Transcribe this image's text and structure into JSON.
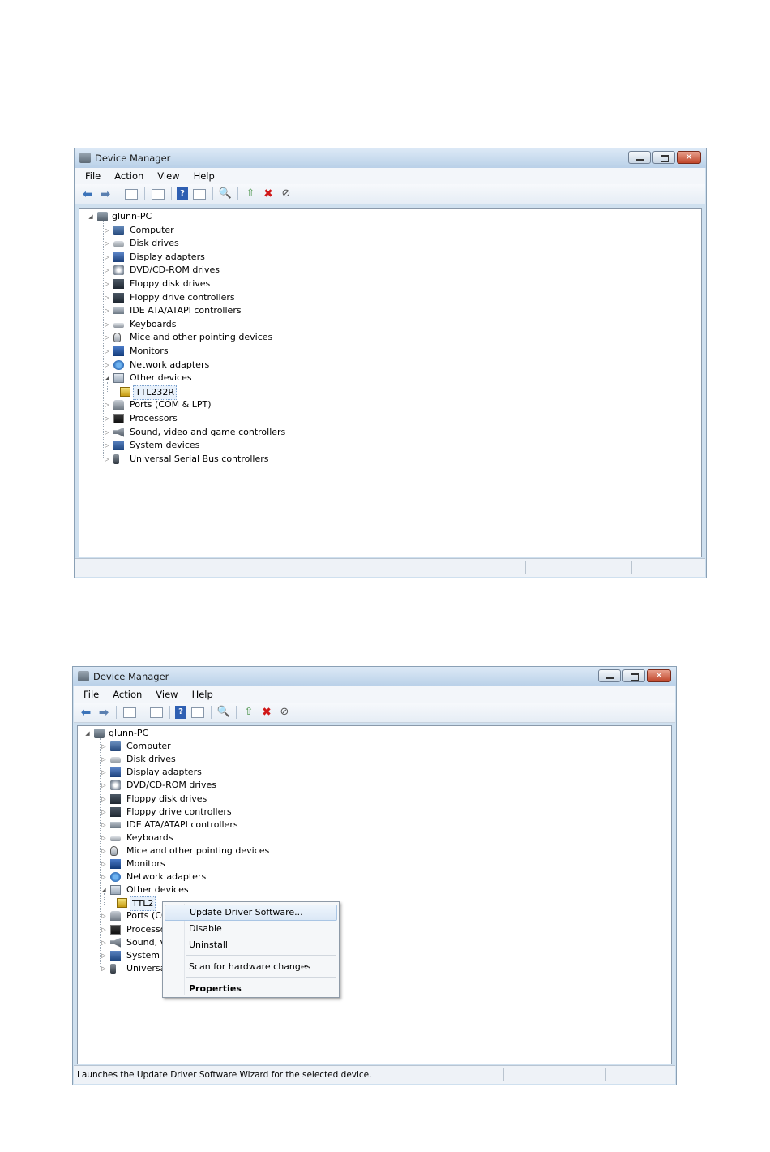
{
  "window": {
    "title": "Device Manager",
    "menu": [
      "File",
      "Action",
      "View",
      "Help"
    ],
    "toolbar_icons": [
      "back-icon",
      "forward-icon",
      "up-one-level-icon",
      "show-hide-console-tree-icon",
      "help-icon",
      "properties-icon",
      "scan-hardware-icon",
      "update-driver-icon",
      "uninstall-icon",
      "disable-icon"
    ]
  },
  "tree": {
    "root": "glunn-PC",
    "categories": [
      {
        "label": "Computer",
        "icon": "computer-icon"
      },
      {
        "label": "Disk drives",
        "icon": "disk-drive-icon"
      },
      {
        "label": "Display adapters",
        "icon": "display-adapter-icon"
      },
      {
        "label": "DVD/CD-ROM drives",
        "icon": "dvd-drive-icon"
      },
      {
        "label": "Floppy disk drives",
        "icon": "floppy-disk-icon"
      },
      {
        "label": "Floppy drive controllers",
        "icon": "floppy-controller-icon"
      },
      {
        "label": "IDE ATA/ATAPI controllers",
        "icon": "ide-controller-icon"
      },
      {
        "label": "Keyboards",
        "icon": "keyboard-icon"
      },
      {
        "label": "Mice and other pointing devices",
        "icon": "mouse-icon"
      },
      {
        "label": "Monitors",
        "icon": "monitor-icon"
      },
      {
        "label": "Network adapters",
        "icon": "network-adapter-icon"
      },
      {
        "label": "Other devices",
        "icon": "other-devices-icon"
      },
      {
        "label": "Ports (COM & LPT)",
        "icon": "ports-icon"
      },
      {
        "label": "Processors",
        "icon": "processor-icon"
      },
      {
        "label": "Sound, video and game controllers",
        "icon": "sound-icon"
      },
      {
        "label": "System devices",
        "icon": "system-devices-icon"
      },
      {
        "label": "Universal Serial Bus controllers",
        "icon": "usb-icon"
      }
    ],
    "other_devices_child": "TTL232R"
  },
  "screen2": {
    "truncated_labels": {
      "ttl": "TTL2",
      "ports": "Ports (CO",
      "processors": "Processo",
      "sound": "Sound, v",
      "system": "System d",
      "usb": "Universa"
    },
    "context_menu": {
      "update": "Update Driver Software...",
      "disable": "Disable",
      "uninstall": "Uninstall",
      "scan": "Scan for hardware changes",
      "properties": "Properties"
    },
    "status_text": "Launches the Update Driver Software Wizard for the selected device."
  },
  "colors": {
    "title_bar": "#c5d8ec",
    "close_button": "#c94a2c",
    "selection": "#e8f1fb"
  }
}
